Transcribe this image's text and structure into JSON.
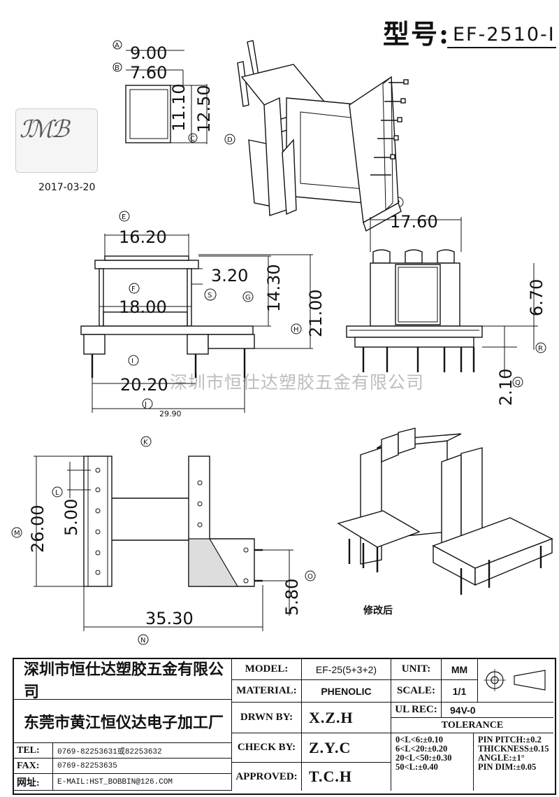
{
  "header": {
    "model_prefix": "型号:",
    "model_value": "EF-2510-I"
  },
  "stamp": {
    "date": "2017-03-20"
  },
  "watermark": "深圳市恒仕达塑胶五金有限公司",
  "note": "修改后",
  "dims": {
    "A": "9.00",
    "B": "7.60",
    "C": "11.10",
    "C2": "12.50",
    "E": "16.20",
    "F": "18.00",
    "S": "3.20",
    "G": "14.30",
    "H": "21.00",
    "I": "20.20",
    "J": "29.90",
    "P": "17.60",
    "R": "6.70",
    "Q": "2.10",
    "M": "26.00",
    "L": "5.00",
    "O": "5.80",
    "N": "35.30"
  },
  "labels": [
    "A",
    "B",
    "C",
    "D",
    "E",
    "F",
    "S",
    "G",
    "H",
    "I",
    "J",
    "P",
    "R",
    "Q",
    "K",
    "L",
    "M",
    "O",
    "N"
  ],
  "title_block": {
    "company1": "深圳市恒仕达塑胶五金有限公司",
    "company2": "东莞市黄江恒仪达电子加工厂",
    "tel_label": "TEL:",
    "tel_value": "0769-82253631或82253632",
    "fax_label": "FAX:",
    "fax_value": "0769-82253635",
    "web_label": "网址:",
    "web_value": "E-MAIL:HST_BOBBIN@126.COM",
    "model_label": "MODEL:",
    "model_value": "EF-25(5+3+2)",
    "unit_label": "UNIT:",
    "unit_value": "MM",
    "material_label": "MATERIAL:",
    "material_value": "PHENOLIC",
    "scale_label": "SCALE:",
    "scale_value": "1/1",
    "drwn_label": "DRWN BY:",
    "drwn_value": "X.Z.H",
    "ulrec_label": "UL REC:",
    "ulrec_value": "94V-0",
    "tolerance_label": "TOLERANCE",
    "check_label": "CHECK BY:",
    "check_value": "Z.Y.C",
    "approved_label": "APPROVED:",
    "approved_value": "T.C.H",
    "tol_lines": [
      "0<L<6:±0.10",
      "6<L<20:±0.20",
      "20<L<50:±0.30",
      "50<L:±0.40"
    ],
    "tol_right": [
      "PIN PITCH:±0.2",
      "THICKNESS±0.15",
      "ANGLE:±1°",
      "PIN DIM:±0.05"
    ]
  }
}
